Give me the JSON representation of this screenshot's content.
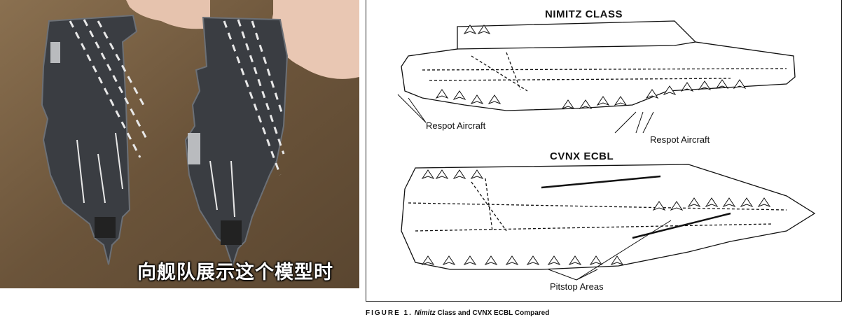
{
  "photo": {
    "subtitle": "向舰队展示这个模型时"
  },
  "diagram": {
    "top_title": "NIMITZ CLASS",
    "bottom_title": "CVNX ECBL",
    "labels": {
      "respot_left": "Respot Aircraft",
      "respot_right": "Respot Aircraft",
      "pitstop": "Pitstop Areas"
    }
  },
  "caption": {
    "figure": "FIGURE 1.",
    "italic": "Nimitz",
    "rest": "Class and CVNX ECBL Compared"
  }
}
